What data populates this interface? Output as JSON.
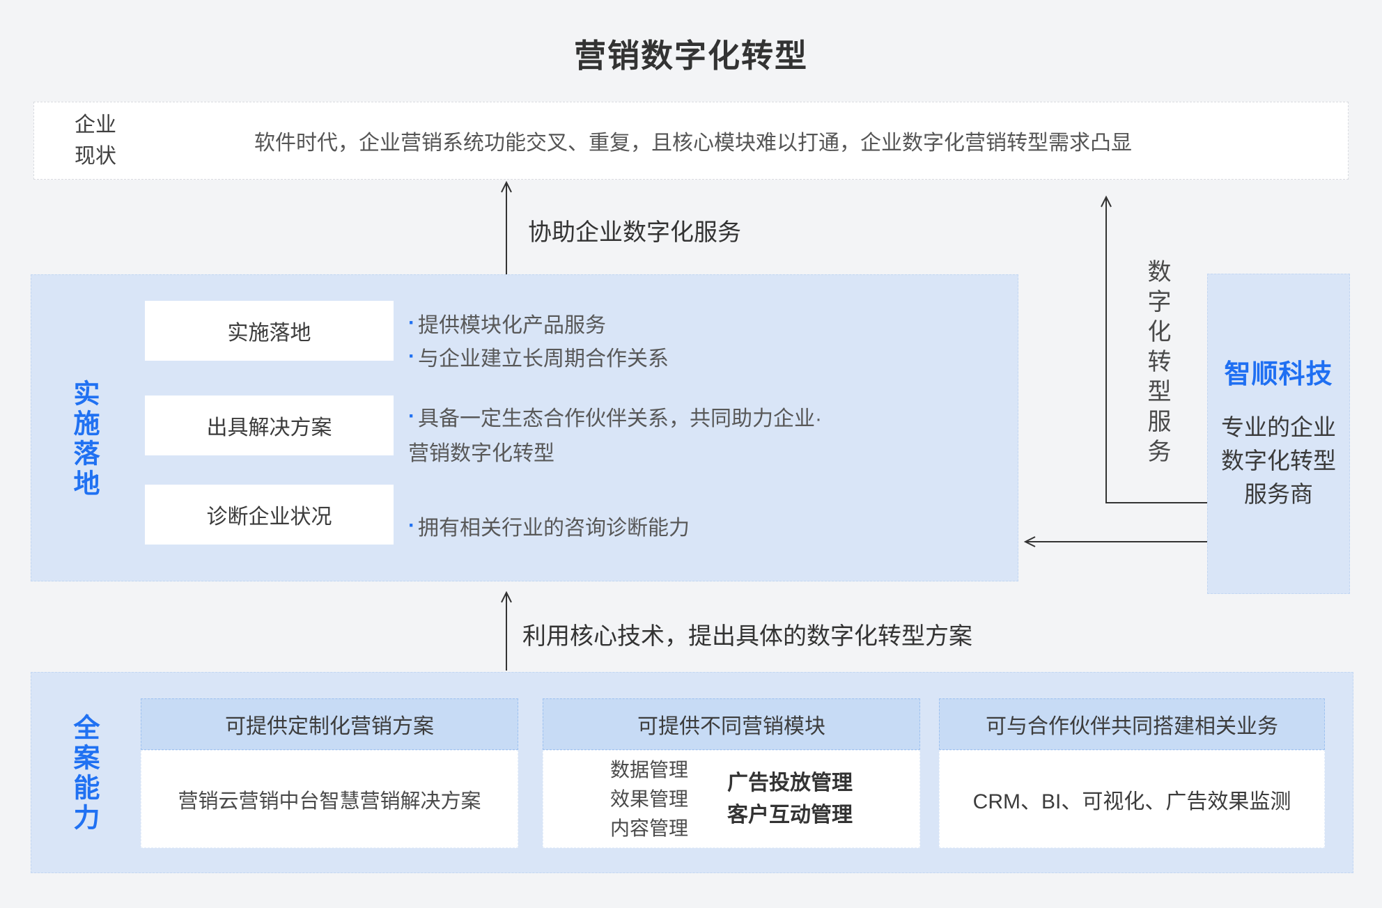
{
  "title": "营销数字化转型",
  "colors": {
    "accent_blue": "#2071f2",
    "section_fill": "#d9e5f7",
    "card_header_fill": "#c7dbf5",
    "background": "#f3f4f6"
  },
  "top_box": {
    "label_line1": "企业",
    "label_line2": "现状",
    "text": "软件时代，企业营销系统功能交叉、重复，且核心模块难以打通，企业数字化营销转型需求凸显"
  },
  "arrows": {
    "assist_label": "协助企业数字化服务",
    "core_tech_label": "利用核心技术，提出具体的数字化转型方案",
    "digital_service_label": "数字化转型服务"
  },
  "implement": {
    "side_label": "实施落地",
    "bullet_char": "·",
    "rows": [
      {
        "box_label": "实施落地"
      },
      {
        "box_label": "出具解决方案"
      },
      {
        "box_label": "诊断企业状况"
      }
    ],
    "bullet1": "提供模块化产品服务",
    "bullet2": "与企业建立长周期合作关系",
    "bullet3a": "具备一定生态合作伙伴关系，共同助力企业·",
    "bullet3b": "营销数字化转型",
    "bullet4": "拥有相关行业的咨询诊断能力"
  },
  "company": {
    "name": "智顺科技",
    "desc_line1": "专业的企业",
    "desc_line2": "数字化转型",
    "desc_line3": "服务商"
  },
  "fullcase": {
    "side_label": "全案能力",
    "cards": [
      {
        "header": "可提供定制化营销方案",
        "body": "营销云营销中台智慧营销解决方案"
      },
      {
        "header": "可提供不同营销模块",
        "col1": [
          "数据管理",
          "效果管理",
          "内容管理"
        ],
        "col2": [
          "广告投放管理",
          "客户互动管理"
        ]
      },
      {
        "header": "可与合作伙伴共同搭建相关业务",
        "body": "CRM、BI、可视化、广告效果监测"
      }
    ]
  }
}
